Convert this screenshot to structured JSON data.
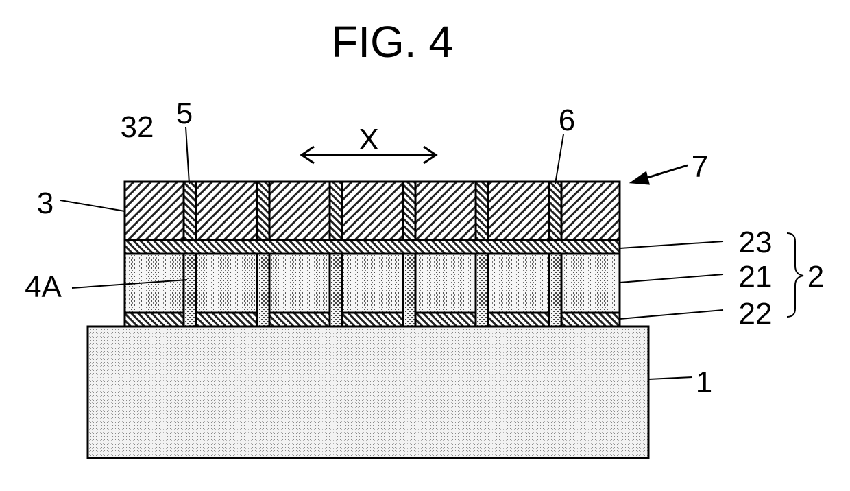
{
  "figure": {
    "title": "FIG. 4",
    "direction_label": "X",
    "labels": {
      "l32": "32",
      "l5": "5",
      "l6": "6",
      "l7": "7",
      "l3": "3",
      "l23": "23",
      "l21": "21",
      "l22": "22",
      "l4a": "4A",
      "l2": "2",
      "l1": "1"
    }
  }
}
